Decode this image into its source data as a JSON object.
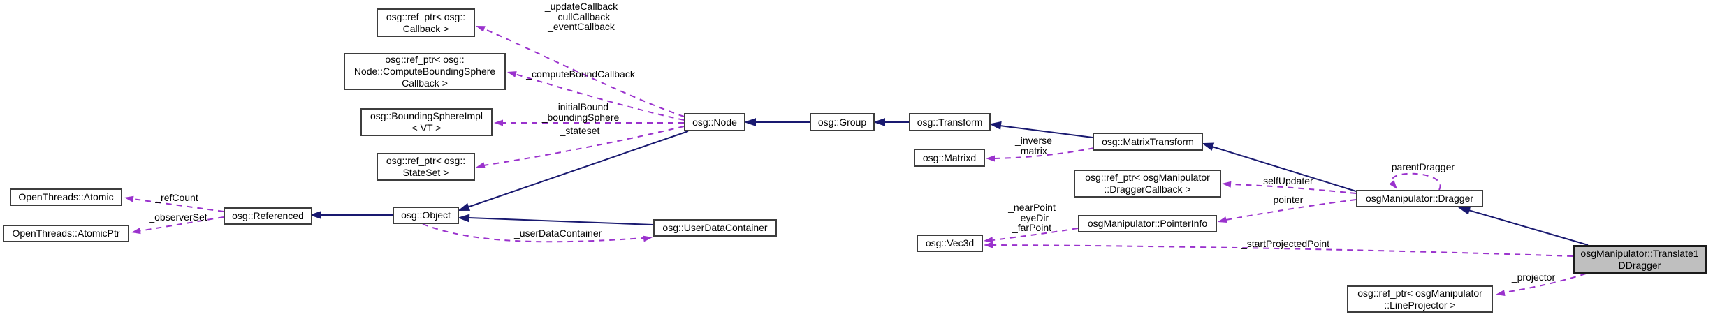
{
  "diagram": {
    "type": "doxygen-collaboration-graph",
    "focus_class": "osgManipulator::Translate1DDragger",
    "colors": {
      "inheritance_edge": "#191970",
      "member_edge": "#9a32cd",
      "node_fill": "#ffffff",
      "node_border": "#3d3d3d",
      "highlight_fill": "#bfbfbf",
      "text": "#000000",
      "background": "#ffffff"
    },
    "nodes": {
      "refPtrCallback": {
        "label": "osg::ref_ptr< osg::\nCallback >"
      },
      "refPtrComputeBoundingSphereCallback": {
        "label": "osg::ref_ptr< osg::\nNode::ComputeBoundingSphere\nCallback >"
      },
      "boundingSphereImpl": {
        "label": "osg::BoundingSphereImpl\n< VT >"
      },
      "refPtrStateSet": {
        "label": "osg::ref_ptr< osg::\nStateSet >"
      },
      "node": {
        "label": "osg::Node"
      },
      "group": {
        "label": "osg::Group"
      },
      "transform": {
        "label": "osg::Transform"
      },
      "matrixTransform": {
        "label": "osg::MatrixTransform"
      },
      "matrixd": {
        "label": "osg::Matrixd"
      },
      "refPtrDraggerCallback": {
        "label": "osg::ref_ptr< osgManipulator\n::DraggerCallback >"
      },
      "dragger": {
        "label": "osgManipulator::Dragger"
      },
      "pointerInfo": {
        "label": "osgManipulator::PointerInfo"
      },
      "vec3d": {
        "label": "osg::Vec3d"
      },
      "translate1DDragger": {
        "label": "osgManipulator::Translate1\nDDragger"
      },
      "refPtrLineProjector": {
        "label": "osg::ref_ptr< osgManipulator\n::LineProjector >"
      },
      "atomic": {
        "label": "OpenThreads::Atomic"
      },
      "atomicPtr": {
        "label": "OpenThreads::AtomicPtr"
      },
      "referenced": {
        "label": "osg::Referenced"
      },
      "object": {
        "label": "osg::Object"
      },
      "userDataContainer": {
        "label": "osg::UserDataContainer"
      }
    },
    "edge_labels": {
      "nodeCallbacks": "_updateCallback\n_cullCallback\n_eventCallback",
      "computeBoundCallback": "_computeBoundCallback",
      "initialBoundBoundingSphere": "_initialBound\n_boundingSphere",
      "stateset": "_stateset",
      "refCount": "_refCount",
      "observerSet": "_observerSet",
      "userDataContainer": "_userDataContainer",
      "inverseMatrix": "_inverse\n_matrix",
      "selfUpdater": "_selfUpdater",
      "pointer": "_pointer",
      "parentDragger": "_parentDragger",
      "nearEyeFar": "_nearPoint\n_eyeDir\n_farPoint",
      "startProjectedPoint": "_startProjectedPoint",
      "projector": "_projector"
    }
  }
}
